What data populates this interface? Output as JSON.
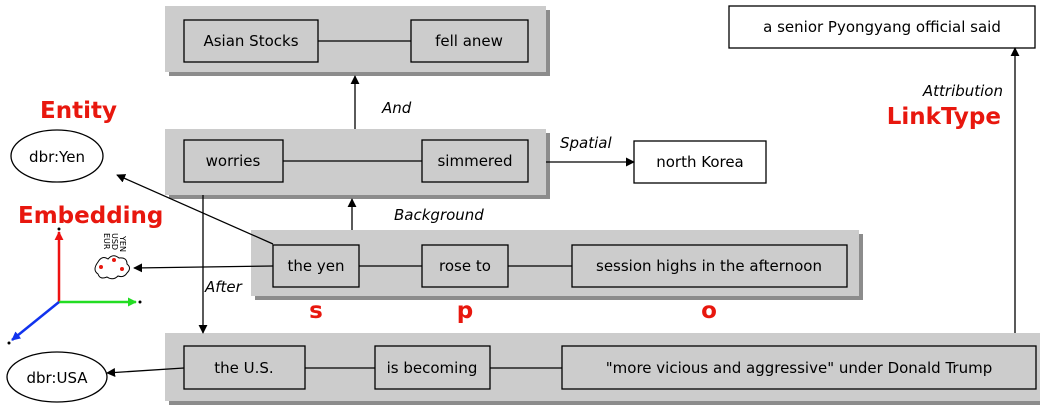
{
  "clusters": {
    "top": {
      "subject": "Asian Stocks",
      "predicate": "fell anew"
    },
    "middle": {
      "subject": "worries",
      "predicate": "simmered"
    },
    "main": {
      "subject": "the yen",
      "predicate": "rose to",
      "object": "session highs in the afternoon"
    },
    "bottom": {
      "subject": "the U.S.",
      "predicate": "is becoming",
      "object": "\"more vicious and aggressive\" under Donald Trump"
    }
  },
  "external_nodes": {
    "north_korea": "north Korea",
    "attribution_source": "a senior Pyongyang official said"
  },
  "entities": {
    "yen": "dbr:Yen",
    "usa": "dbr:USA"
  },
  "edge_labels": {
    "and": "And",
    "spatial": "Spatial",
    "background": "Background",
    "after": "After",
    "attribution": "Attribution"
  },
  "annotations": {
    "entity": "Entity",
    "embedding": "Embedding",
    "link_type": "LinkType",
    "s": "s",
    "p": "p",
    "o": "o"
  },
  "embedding_labels": [
    "YEN",
    "USD",
    "EUR"
  ],
  "colors": {
    "cluster_fill": "#cccccc",
    "cluster_shadow": "#8c8c8c",
    "annotation_red": "#e8170e",
    "axis_x": "#22dd22",
    "axis_y": "#ee1111",
    "axis_z": "#1133ee"
  }
}
